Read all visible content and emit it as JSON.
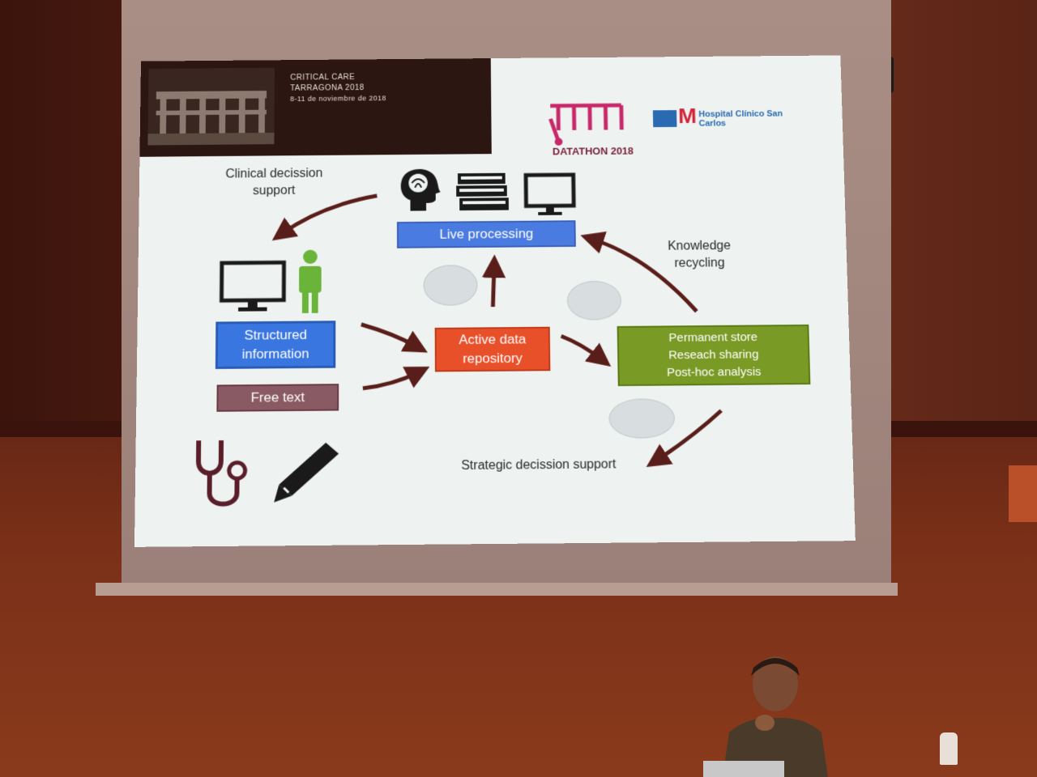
{
  "slide": {
    "banner": {
      "line1": "CRITICAL CARE ",
      "line2": "TARRAGONA 2018",
      "line3": "8-11 de noviembre de 2018"
    },
    "datathon_logo_text": "DATATHON 2018",
    "hospital_logo_text": "Hospital Clínico San Carlos",
    "labels": {
      "clinical_decision_support": "Clinical decission support",
      "knowledge_recycling": "Knowledge recycling",
      "strategic_decision_support": "Strategic decission support"
    },
    "boxes": {
      "live_processing": "Live processing",
      "structured_information": "Structured information",
      "free_text": "Free text",
      "active_data_repository": "Active data repository",
      "permanent_store_line1": "Permanent store",
      "permanent_store_line2": "Reseach sharing",
      "permanent_store_line3": "Post-hoc analysis"
    },
    "ovals": [
      "",
      "",
      ""
    ],
    "icons": [
      "brain-head-icon",
      "books-icon",
      "monitor-icon",
      "monitor-icon",
      "person-icon",
      "stethoscope-icon",
      "pencil-icon"
    ]
  },
  "colors": {
    "live_processing": "#4a7be0",
    "structured_information": "#3a76e0",
    "free_text": "#8a5a64",
    "active_data_repository": "#e8502a",
    "permanent_store": "#7a9a26",
    "arrow": "#5a1e1a",
    "slide_background": "#eef3f1"
  }
}
